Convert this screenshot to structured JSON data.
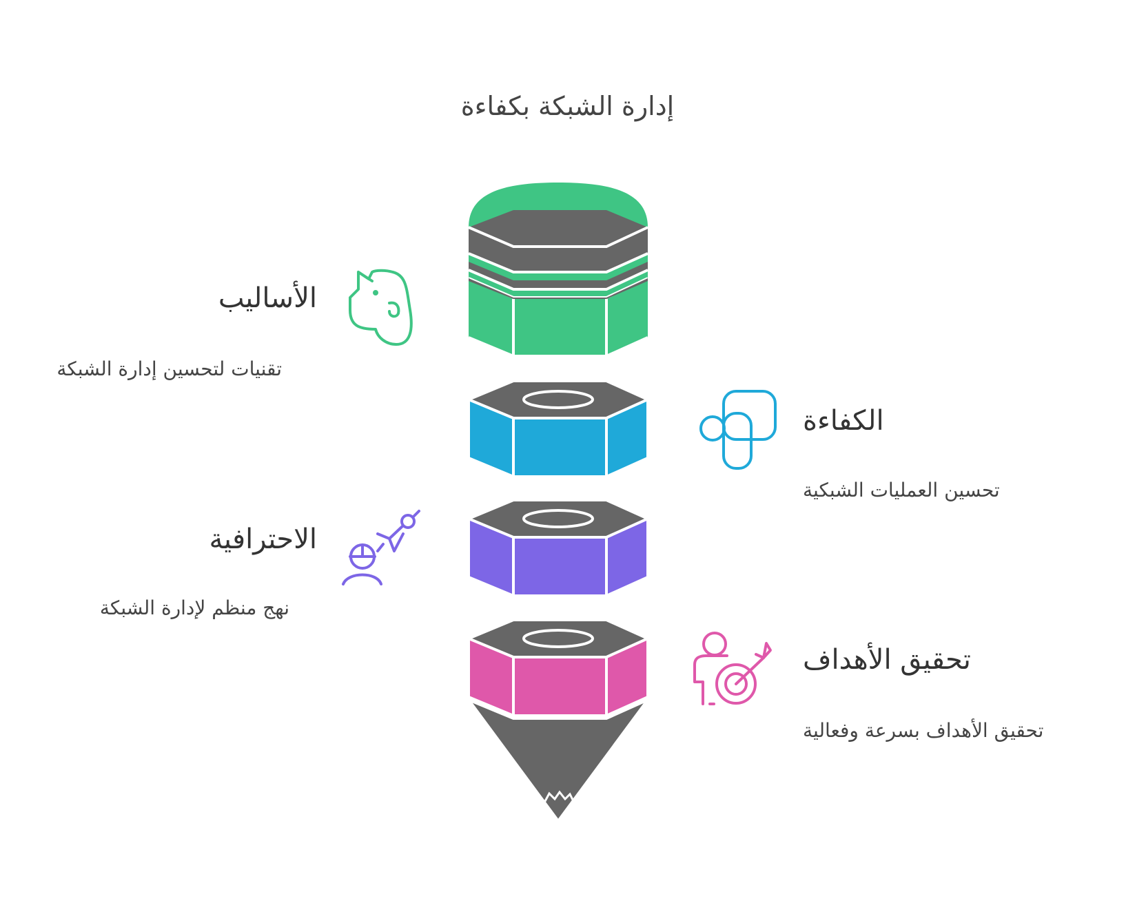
{
  "title": "إدارة الشبكة بكفاءة",
  "items": [
    {
      "heading": "الأساليب",
      "description": "تقنيات لتحسين إدارة الشبكة",
      "color": "#3fc584",
      "icon": "evernote-elephant-icon"
    },
    {
      "heading": "الكفاءة",
      "description": "تحسين العمليات الشبكية",
      "color": "#1fa9d9",
      "icon": "route-arrows-icon"
    },
    {
      "heading": "الاحترافية",
      "description": "نهج منظم لإدارة الشبكة",
      "color": "#7d66e6",
      "icon": "engineer-compass-icon"
    },
    {
      "heading": "تحقيق الأهداف",
      "description": "تحقيق الأهداف بسرعة وفعالية",
      "color": "#df58aa",
      "icon": "person-target-icon"
    }
  ],
  "colors": {
    "dark": "#666666",
    "text": "#333333"
  }
}
